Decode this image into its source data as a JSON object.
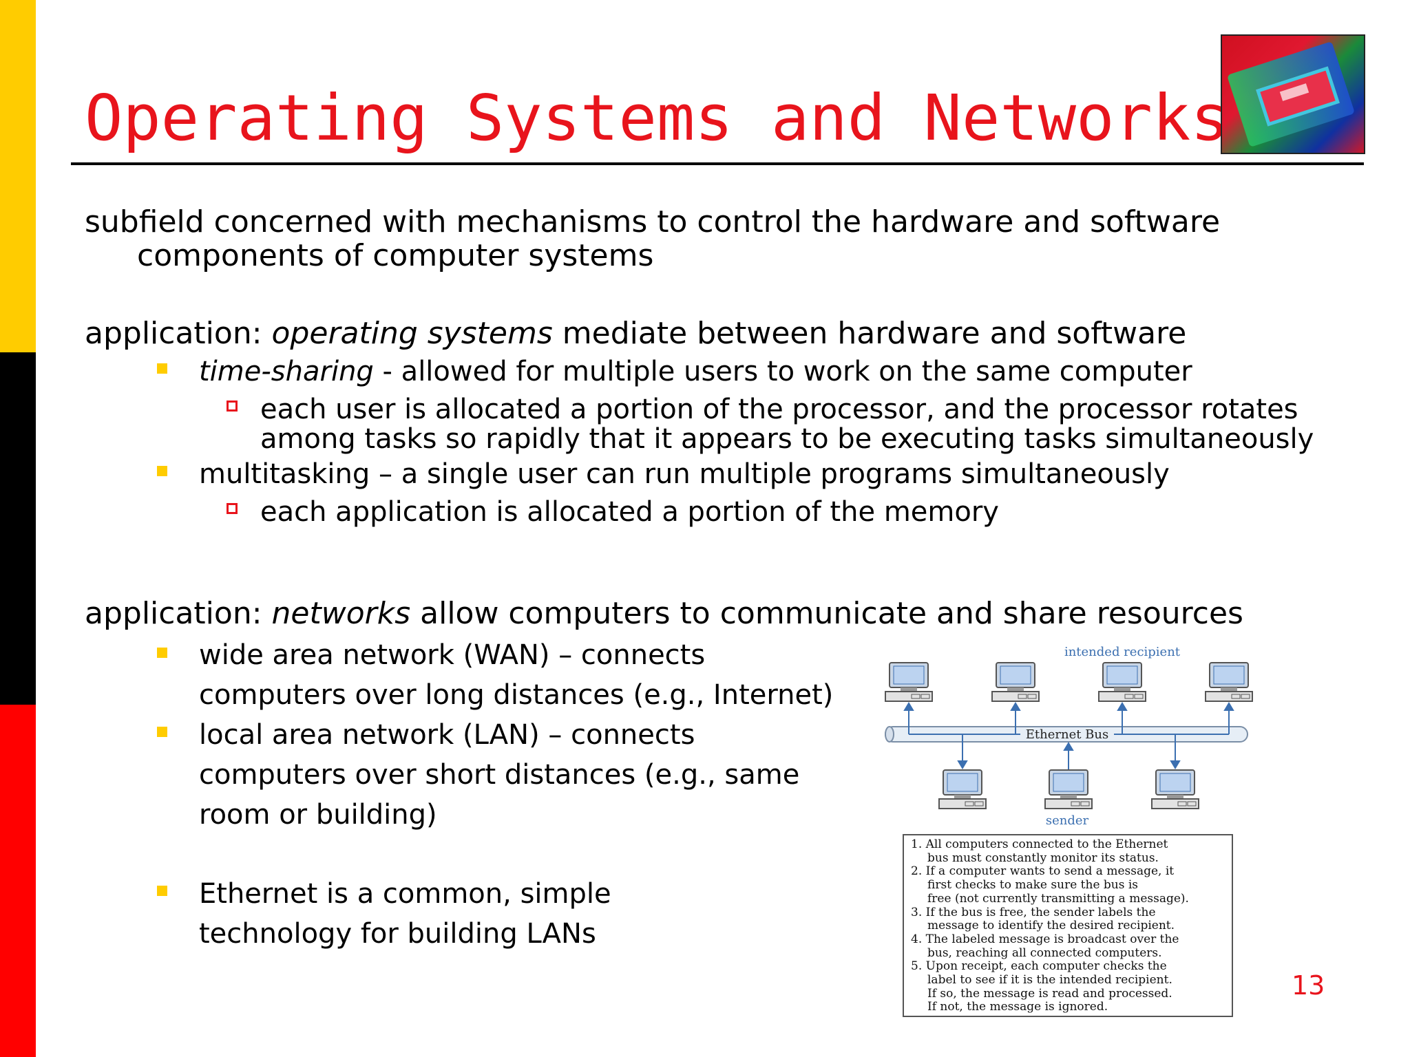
{
  "slide": {
    "title": "Operating Systems and Networks",
    "page_number": "13",
    "p1_line1": "subfield concerned with mechanisms to control the hardware and software",
    "p1_line2": "components of computer systems",
    "p2_prefix": "application: ",
    "p2_em": "operating systems",
    "p2_rest": " mediate between hardware and software",
    "b1_em": "time-sharing",
    "b1_rest": " - allowed for multiple users to work on the same computer",
    "b1_sub_line1": "each user is allocated a portion of the processor, and the processor rotates",
    "b1_sub_line2": "among tasks so rapidly that it appears to be executing tasks simultaneously",
    "b2": "multitasking – a single user can run multiple programs simultaneously",
    "b2_sub": "each application is allocated a portion of the memory",
    "p3_prefix": "application: ",
    "p3_em": "networks",
    "p3_rest": " allow computers to communicate and share resources",
    "b3_line1": "wide area network (WAN) – connects",
    "b3_line2": "computers over long distances (e.g., Internet)",
    "b4_line1": "local area network (LAN) – connects",
    "b4_line2": "computers over short distances (e.g., same",
    "b4_line3": "room or building)",
    "b5_line1": "Ethernet is a common, simple",
    "b5_line2": "technology for building LANs"
  },
  "figure": {
    "label_recipient": "intended recipient",
    "label_bus": "Ethernet Bus",
    "label_sender": "sender",
    "steps": [
      "1. All computers connected to the Ethernet",
      "bus must constantly monitor its status.",
      "2. If a computer wants to send a message, it",
      "first checks to make sure the bus is",
      "free (not currently transmitting a message).",
      "3. If the bus is free, the sender labels the",
      "message to identify the desired recipient.",
      "4. The labeled message is broadcast over the",
      "bus, reaching all connected computers.",
      "5. Upon receipt, each computer checks the",
      "label to see if it is the intended recipient.",
      "If so, the message is read and processed.",
      "If not, the message is ignored."
    ]
  },
  "colors": {
    "title": "#E8141C",
    "bar_top": "#FFCC00",
    "bar_mid": "#000000",
    "bar_bottom": "#FF0000",
    "bullet": "#FFCC00",
    "sub_bullet": "#E8141C",
    "figure_blue": "#3b6fb0"
  },
  "icons": {
    "logo": "abstract-photo",
    "computer": "desktop-computer-icon"
  }
}
